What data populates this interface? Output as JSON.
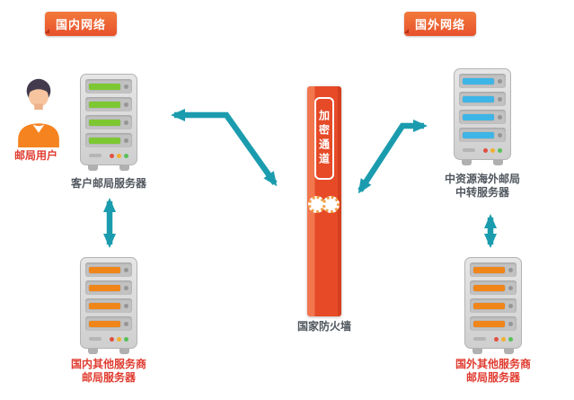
{
  "diagram": {
    "regions": {
      "domestic_label": "国内网络",
      "foreign_label": "国外网络"
    },
    "nodes": {
      "mail_user": {
        "label": "邮局用户"
      },
      "client_mail_server": {
        "label": "客户邮局服务器"
      },
      "domestic_other_server": {
        "label_line1": "国内其他服务商",
        "label_line2": "邮局服务器"
      },
      "firewall": {
        "tunnel_label": "加密通道",
        "label": "国家防火墙"
      },
      "overseas_relay_server": {
        "label_line1": "中资源海外邮局",
        "label_line2": "中转服务器"
      },
      "foreign_other_server": {
        "label_line1": "国外其他服务商",
        "label_line2": "邮局服务器"
      }
    },
    "colors": {
      "accent_red": "#e8512d",
      "arrow_teal": "#1b9cae",
      "led_green": "#7dc832",
      "led_blue": "#3db5e6",
      "led_orange": "#f08519",
      "text_red": "#e03b2f",
      "text_dark": "#4f565e"
    }
  }
}
